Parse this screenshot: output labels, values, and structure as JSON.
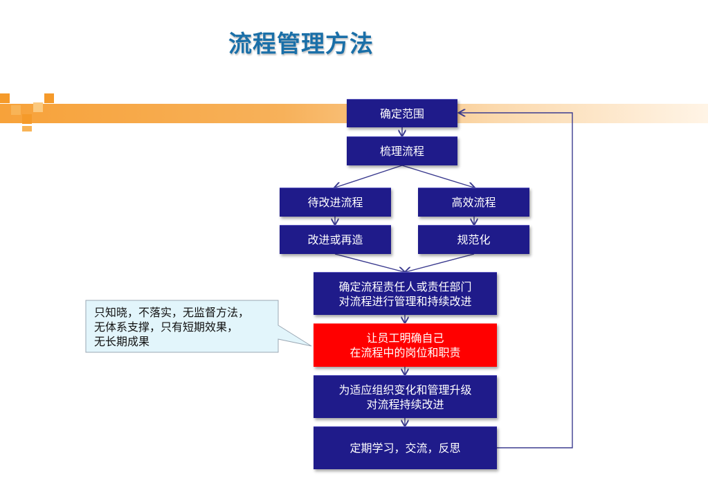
{
  "title": "流程管理方法",
  "nodes": {
    "define_scope": "确定范围",
    "sort_process": "梳理流程",
    "to_improve": "待改进流程",
    "efficient": "高效流程",
    "reengineer": "改进或再造",
    "standardize": "规范化",
    "assign_owner": "确定流程责任人或责任部门\n对流程进行管理和持续改进",
    "clarify_roles": "让员工明确自己\n在流程中的岗位和职责",
    "adapt": "为适应组织变化和管理升级\n对流程持续改进",
    "review": "定期学习，交流，反思"
  },
  "callout": "只知晓，不落实，无监督方法，\n无体系支撑，只有短期效果，\n无长期成果",
  "colors": {
    "box": "#1f1b8a",
    "highlight": "#ff0000",
    "title": "#1a6fa8",
    "accent": "#f59a2a"
  }
}
